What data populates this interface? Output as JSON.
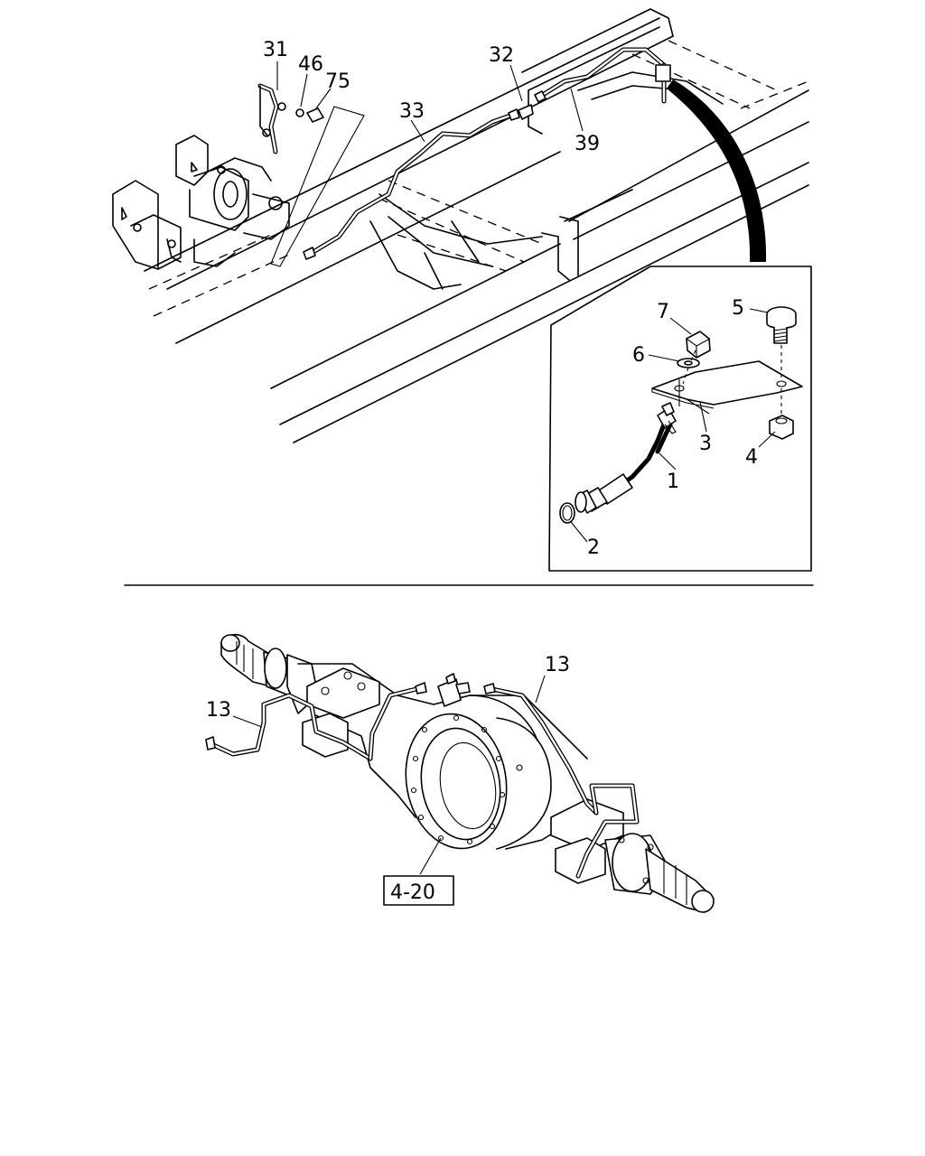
{
  "top_callouts": [
    "31",
    "46",
    "75",
    "33",
    "32",
    "39"
  ],
  "detail_callouts": [
    "7",
    "5",
    "6",
    "3",
    "4",
    "1",
    "2"
  ],
  "axle_callouts": [
    "13",
    "13"
  ],
  "reference_box": "4-20"
}
